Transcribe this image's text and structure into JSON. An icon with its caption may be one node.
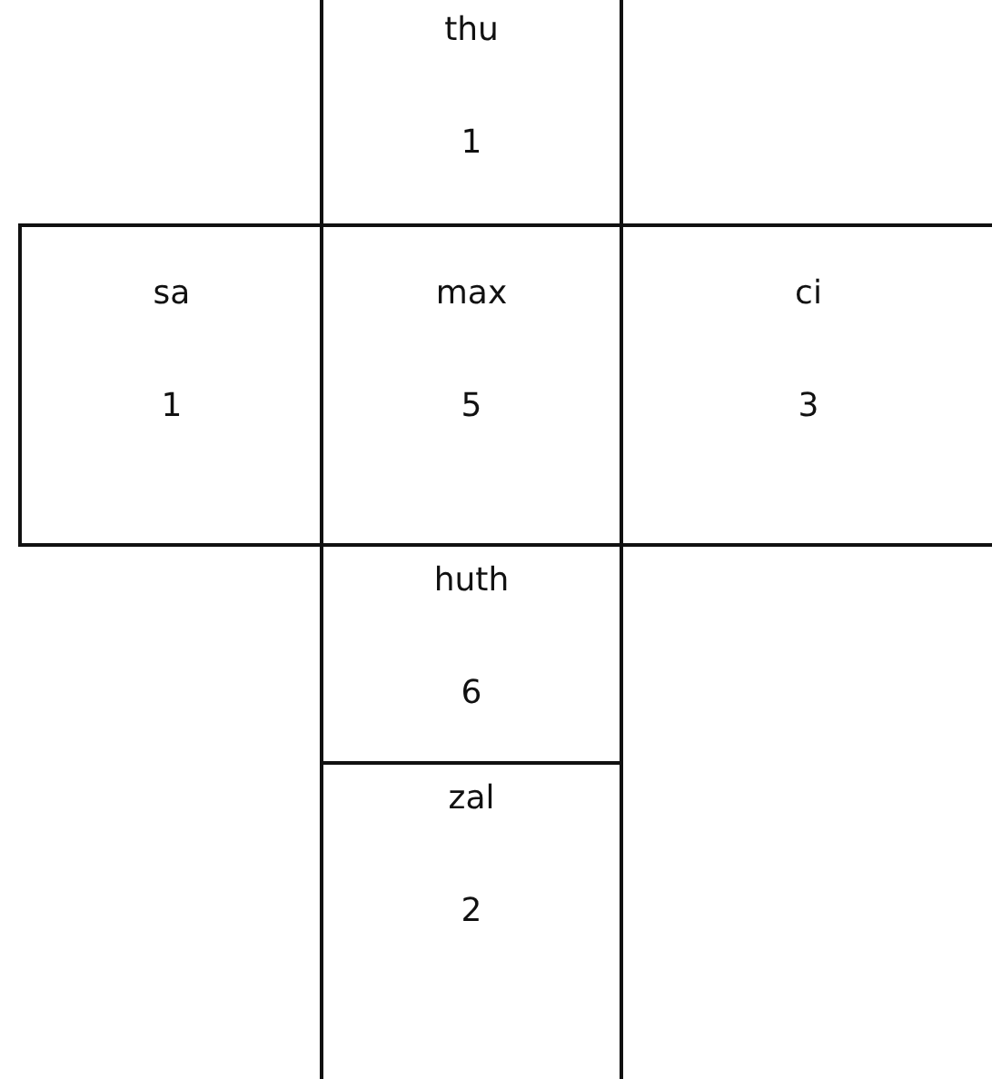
{
  "diagram": {
    "nodes": [
      {
        "text": [
          "thu",
          "1"
        ]
      },
      {
        "text": [
          "sa",
          "1"
        ]
      },
      {
        "text": [
          "max",
          "5"
        ]
      },
      {
        "text": [
          "ci",
          "3"
        ]
      },
      {
        "text": [
          "huth",
          "6"
        ]
      },
      {
        "text": [
          "zal",
          "2"
        ]
      }
    ]
  }
}
